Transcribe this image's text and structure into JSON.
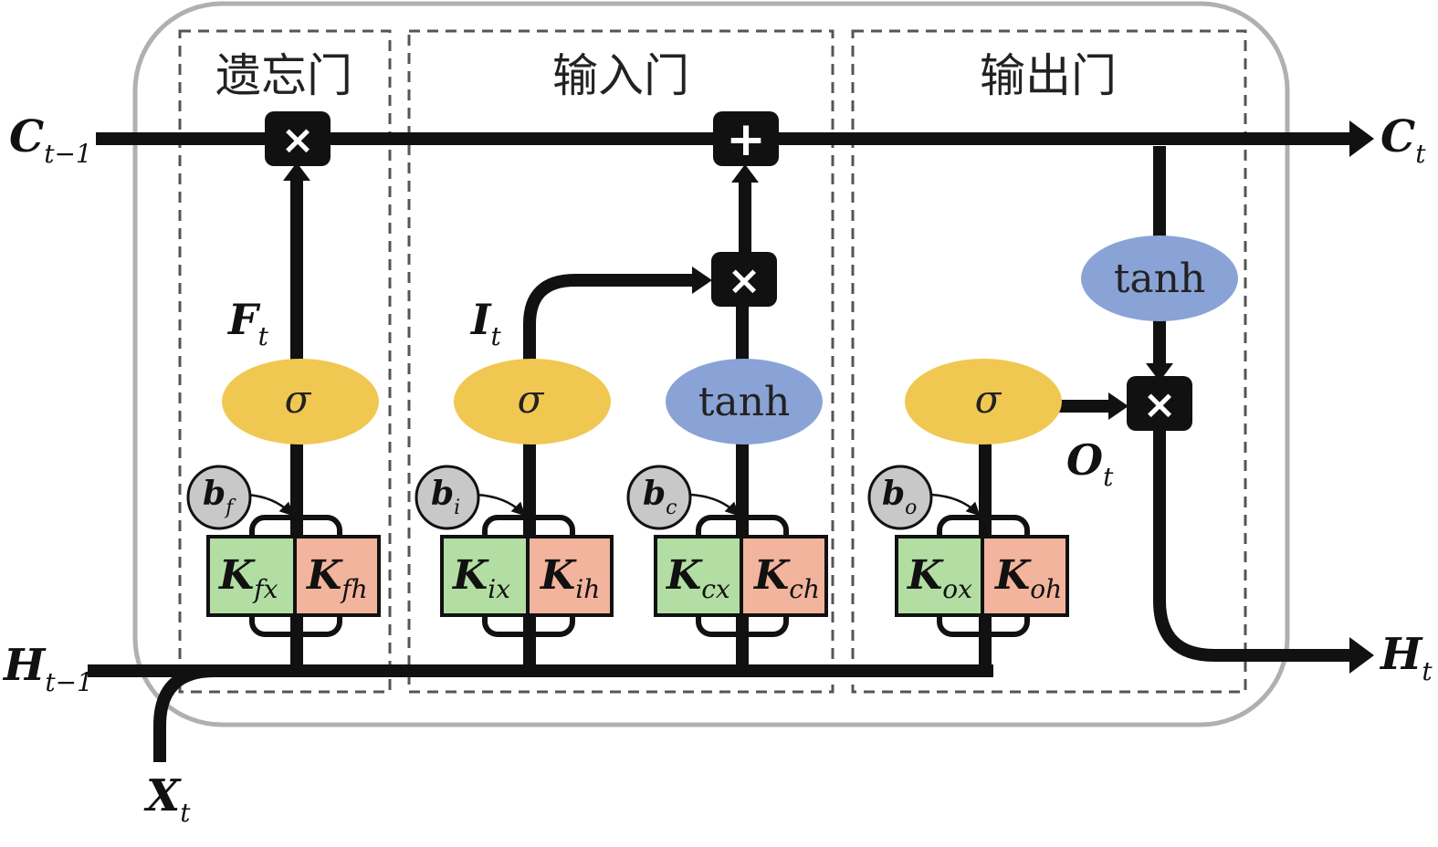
{
  "gates": {
    "forget": "遗忘门",
    "input": "输入门",
    "output": "输出门"
  },
  "io": {
    "c_prev": {
      "main": "C",
      "sub": "t−1"
    },
    "c_next": {
      "main": "C",
      "sub": "t"
    },
    "h_prev": {
      "main": "H",
      "sub": "t−1"
    },
    "h_next": {
      "main": "H",
      "sub": "t"
    },
    "x_in": {
      "main": "X",
      "sub": "t"
    }
  },
  "signals": {
    "f": {
      "main": "F",
      "sub": "t"
    },
    "i": {
      "main": "I",
      "sub": "t"
    },
    "o": {
      "main": "O",
      "sub": "t"
    }
  },
  "activations": {
    "sigma": "σ",
    "tanh": "tanh"
  },
  "operators": {
    "multiply": "×",
    "add": "+"
  },
  "weights": [
    {
      "x": {
        "main": "K",
        "sub": "fx"
      },
      "h": {
        "main": "K",
        "sub": "fh"
      }
    },
    {
      "x": {
        "main": "K",
        "sub": "ix"
      },
      "h": {
        "main": "K",
        "sub": "ih"
      }
    },
    {
      "x": {
        "main": "K",
        "sub": "cx"
      },
      "h": {
        "main": "K",
        "sub": "ch"
      }
    },
    {
      "x": {
        "main": "K",
        "sub": "ox"
      },
      "h": {
        "main": "K",
        "sub": "oh"
      }
    }
  ],
  "biases": [
    {
      "main": "b",
      "sub": "f"
    },
    {
      "main": "b",
      "sub": "i"
    },
    {
      "main": "b",
      "sub": "c"
    },
    {
      "main": "b",
      "sub": "o"
    }
  ],
  "colors": {
    "sigma": "#f0c851",
    "tanh": "#8aa3d6",
    "kx": "#b2dea4",
    "kh": "#f2b49c",
    "bias": "#c8c8c8",
    "line": "#111111",
    "frame": "#b0b0b0"
  }
}
